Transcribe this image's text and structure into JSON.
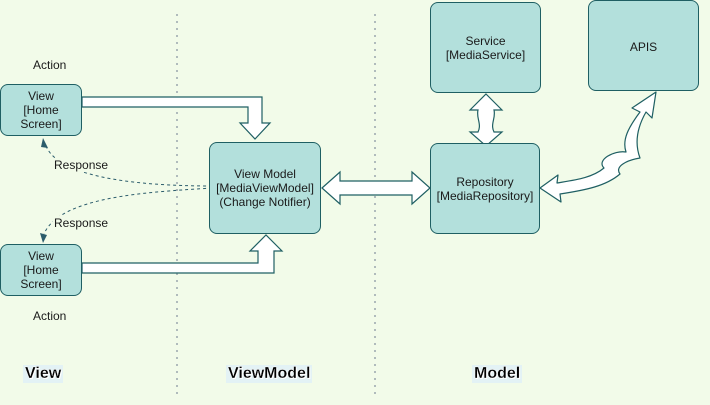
{
  "nodes": {
    "view_top": {
      "line1": "View",
      "line2": "[Home Screen]"
    },
    "view_bottom": {
      "line1": "View",
      "line2": "[Home Screen]"
    },
    "view_model": {
      "line1": "View Model",
      "line2": "[MediaViewModel]",
      "line3": "(Change Notifier)"
    },
    "repository": {
      "line1": "Repository",
      "line2": "[MediaRepository]"
    },
    "service": {
      "line1": "Service",
      "line2": "[MediaService]"
    },
    "apis": {
      "line1": "APIS"
    }
  },
  "labels": {
    "action_top": "Action",
    "action_bottom": "Action",
    "response_top": "Response",
    "response_bottom": "Response"
  },
  "layers": {
    "view": "View",
    "viewmodel": "ViewModel",
    "model": "Model"
  },
  "colors": {
    "node_fill": "#b3e0dc",
    "node_stroke": "#1f5f63",
    "background": "#f2fbe9",
    "divider": "#9aa6ad"
  }
}
